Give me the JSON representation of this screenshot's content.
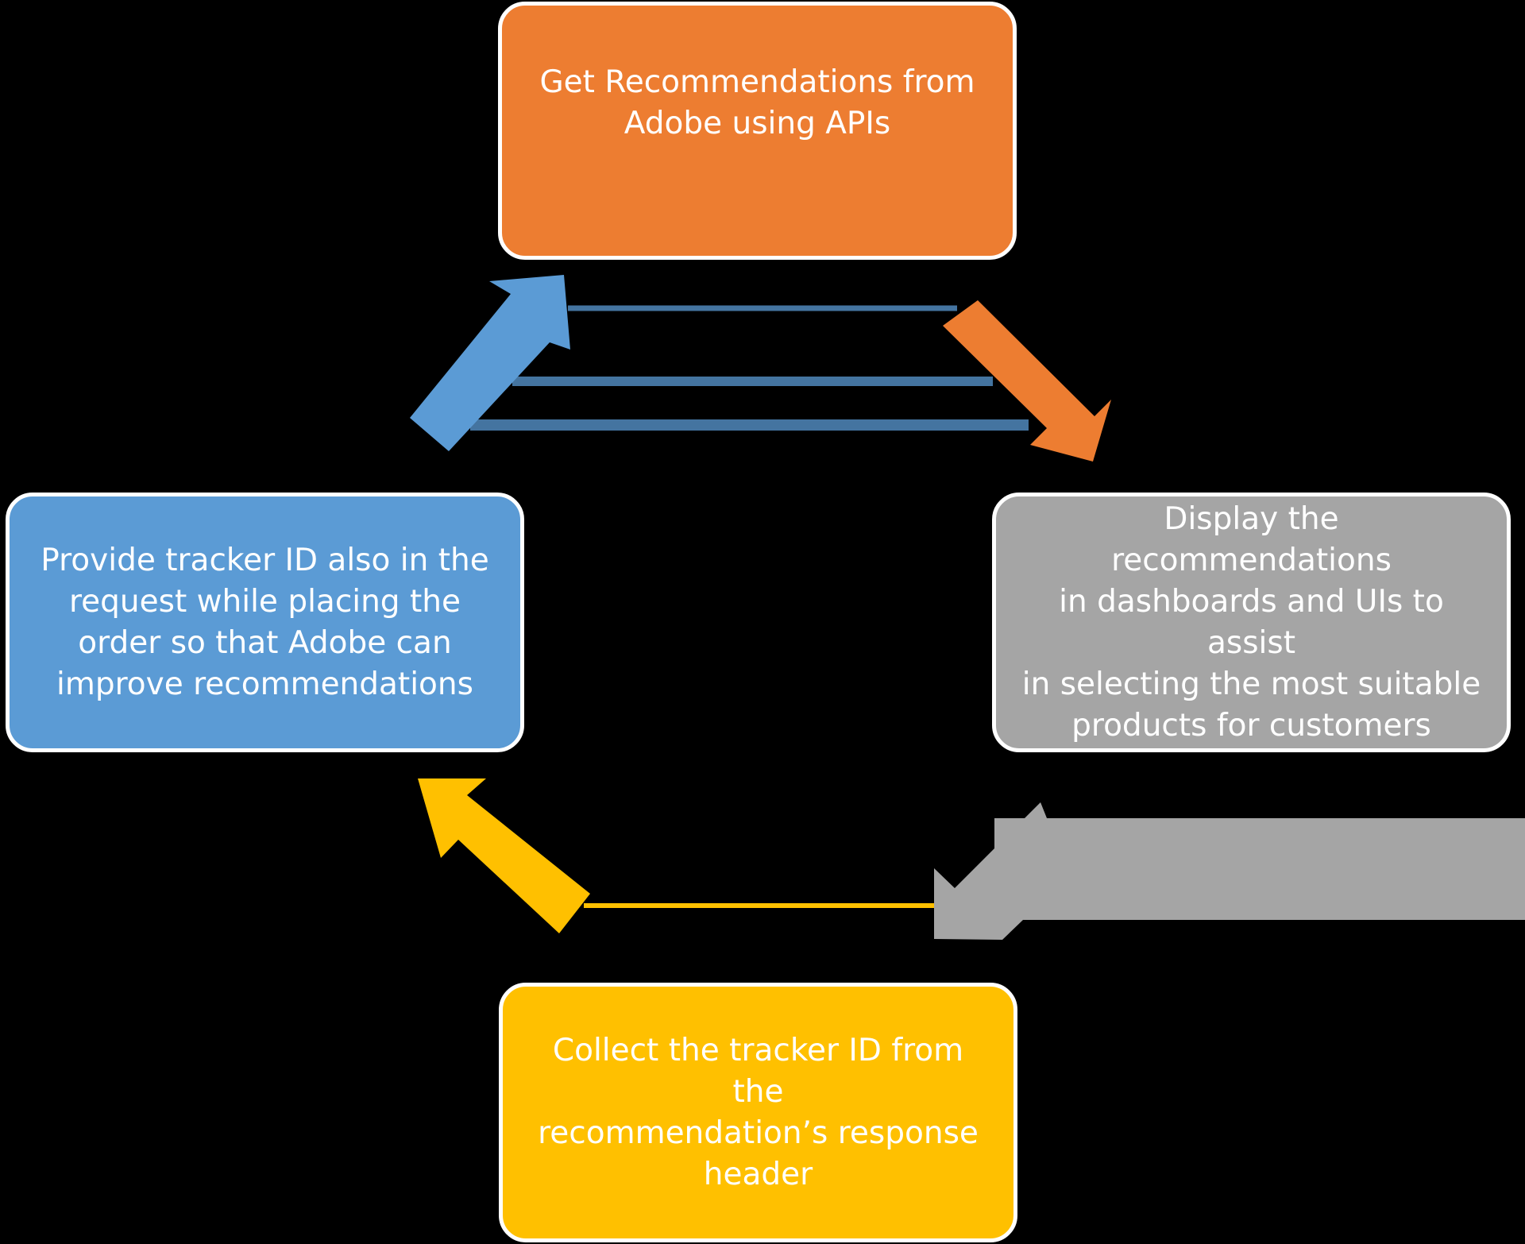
{
  "diagram": {
    "nodes": [
      {
        "id": "top",
        "text": "Get Recommendations from\nAdobe using APIs",
        "color": "#ED7D31"
      },
      {
        "id": "right",
        "text": "Display the recommendations\nin dashboards and UIs to assist\nin selecting the most suitable\nproducts for customers",
        "color": "#A5A5A5"
      },
      {
        "id": "bottom",
        "text": "Collect the tracker ID from the\nrecommendation’s response\nheader",
        "color": "#FFC000"
      },
      {
        "id": "left",
        "text": "Provide tracker ID also in the\nrequest while placing the\norder so that Adobe can\nimprove recommendations",
        "color": "#5B9BD5"
      }
    ],
    "edges": [
      {
        "from": "top",
        "to": "right",
        "color": "#ED7D31"
      },
      {
        "from": "right",
        "to": "bottom",
        "color": "#A5A5A5"
      },
      {
        "from": "bottom",
        "to": "left",
        "color": "#FFC000"
      },
      {
        "from": "left",
        "to": "top",
        "color": "#5B9BD5"
      }
    ]
  }
}
